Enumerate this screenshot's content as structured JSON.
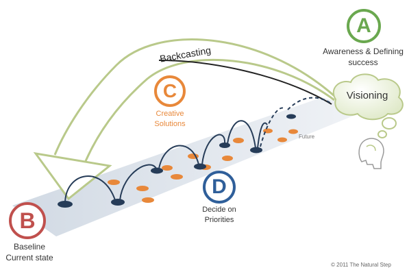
{
  "diagram": {
    "stages": {
      "a": {
        "letter": "A",
        "line1": "Awareness & Defining",
        "line2": "success",
        "color": "#6aa84f"
      },
      "b": {
        "letter": "B",
        "line1": "Baseline",
        "line2": "Current state",
        "color": "#c0504d"
      },
      "c": {
        "letter": "C",
        "line1": "Creative",
        "line2": "Solutions",
        "color": "#e8883a"
      },
      "d": {
        "letter": "D",
        "line1": "Decide on",
        "line2": "Priorities",
        "color": "#2f5f9a"
      }
    },
    "backcasting_label": "Backcasting",
    "visioning_label": "Visioning",
    "future_label": "Future",
    "copyright": "© 2011 The Natural Step"
  }
}
